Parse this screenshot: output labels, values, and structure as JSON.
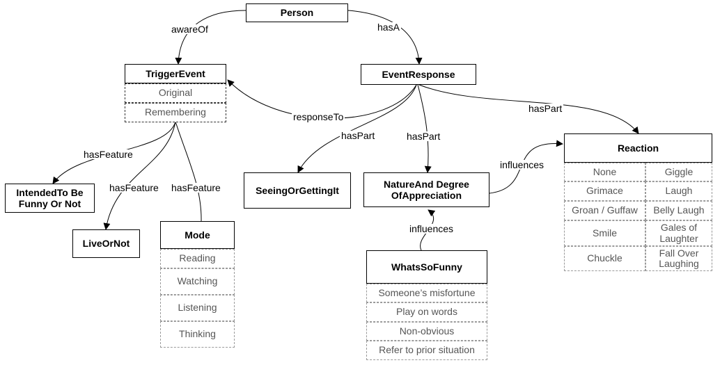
{
  "nodes": {
    "person": "Person",
    "trigger_event": "TriggerEvent",
    "event_response": "EventResponse",
    "intended": "IntendedTo Be\nFunny Or Not",
    "live": "LiveOrNot",
    "mode": "Mode",
    "seeing": "SeeingOrGettingIt",
    "nature": "NatureAnd Degree\nOfAppreciation",
    "whats": "WhatsSoFunny",
    "reaction": "Reaction"
  },
  "trigger_event_values": [
    "Original",
    "Remembering"
  ],
  "mode_values": [
    "Reading",
    "Watching",
    "Listening",
    "Thinking"
  ],
  "whats_values": [
    "Someone’s misfortune",
    "Play on words",
    "Non-obvious",
    "Refer to prior situation"
  ],
  "reaction_left": [
    "None",
    "Grimace",
    "Groan / Guffaw",
    "Smile",
    "Chuckle"
  ],
  "reaction_right": [
    "Giggle",
    "Laugh",
    "Belly Laugh",
    "Gales of\nLaughter",
    "Fall Over\nLaughing"
  ],
  "edges": {
    "aware_of": "awareOf",
    "has_a": "hasA",
    "response_to": "responseTo",
    "has_part_1": "hasPart",
    "has_part_2": "hasPart",
    "has_part_3": "hasPart",
    "has_feature_1": "hasFeature",
    "has_feature_2": "hasFeature",
    "has_feature_3": "hasFeature",
    "influences_1": "influences",
    "influences_2": "influences"
  }
}
